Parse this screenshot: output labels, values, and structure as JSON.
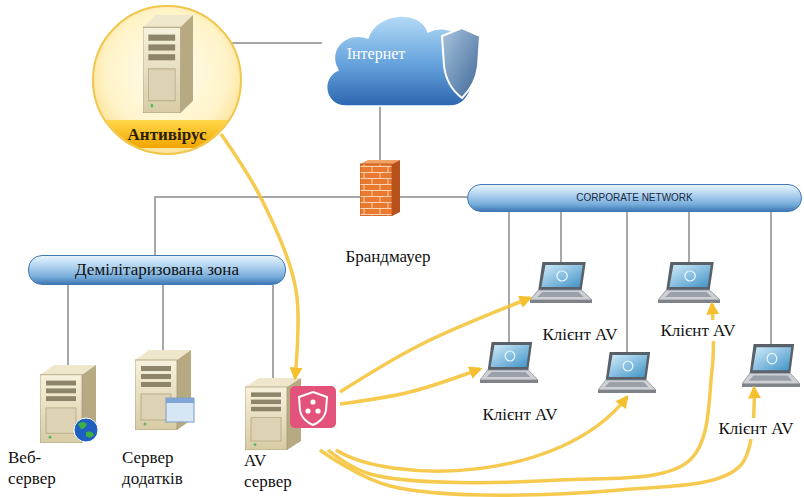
{
  "diagram": {
    "nodes": [
      {
        "text": [
          "Антивірус"
        ]
      },
      {
        "text": [
          "Інтернет"
        ]
      },
      {
        "text": [
          "Брандмауер"
        ]
      },
      {
        "text": [
          "CORPORATE NETWORK"
        ]
      },
      {
        "text": [
          "Демілітаризована зона"
        ]
      },
      {
        "text": [
          "Клієнт AV"
        ]
      },
      {
        "text": [
          "Клієнт AV"
        ]
      },
      {
        "text": [
          "Клієнт AV"
        ]
      },
      {
        "text": [
          "Клієнт AV"
        ]
      },
      {
        "text": [
          "Веб- сервер"
        ]
      },
      {
        "text": [
          "Сервер додатків"
        ]
      },
      {
        "text": [
          "AV сервер"
        ]
      }
    ],
    "edges": [
      {
        "from": 0,
        "to": 1,
        "arrow": "none"
      },
      {
        "from": 1,
        "to": 2,
        "arrow": "none"
      },
      {
        "from": 2,
        "to": 3,
        "arrow": "none"
      },
      {
        "from": 2,
        "to": 4,
        "arrow": "none"
      },
      {
        "from": 3,
        "to": 5,
        "arrow": "none"
      },
      {
        "from": 3,
        "to": 6,
        "arrow": "none"
      },
      {
        "from": 3,
        "to": 7,
        "arrow": "none"
      },
      {
        "from": 3,
        "to": 8,
        "arrow": "none"
      },
      {
        "from": 4,
        "to": 9,
        "arrow": "none"
      },
      {
        "from": 4,
        "to": 10,
        "arrow": "none"
      },
      {
        "from": 4,
        "to": 11,
        "arrow": "none"
      },
      {
        "from": 0,
        "to": 11,
        "arrow": "to"
      },
      {
        "from": 11,
        "to": 5,
        "arrow": "to"
      },
      {
        "from": 11,
        "to": 7,
        "arrow": "to"
      },
      {
        "from": 11,
        "to": 6,
        "arrow": "to"
      },
      {
        "from": 11,
        "to": 8,
        "arrow": "to"
      }
    ]
  }
}
